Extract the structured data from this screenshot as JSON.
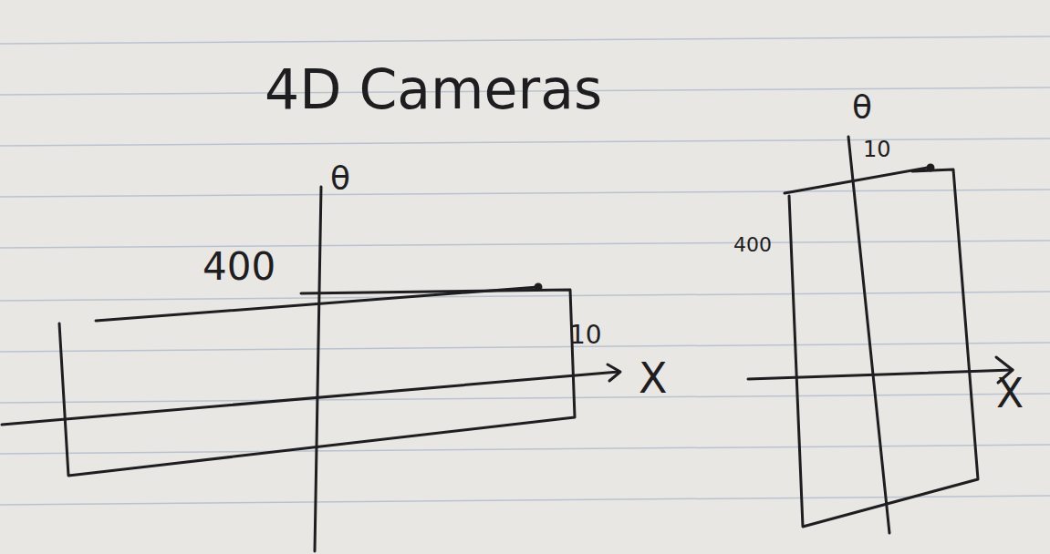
{
  "diagram": {
    "title": "4D Cameras",
    "labels": [
      "θ",
      "400",
      "10",
      "X",
      "θ",
      "10",
      "400",
      "X"
    ]
  }
}
